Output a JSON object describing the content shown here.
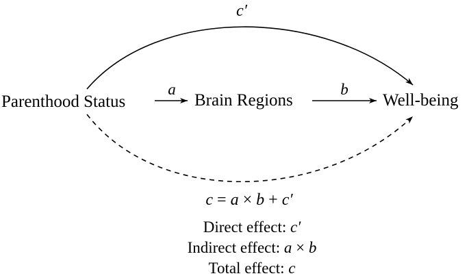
{
  "nodes": {
    "parenthood": "Parenthood Status",
    "brain": "Brain Regions",
    "wellbeing": "Well-being"
  },
  "paths": {
    "a": "a",
    "b": "b",
    "c_prime": "c′"
  },
  "equation": {
    "lhs": "c",
    "equals": " = ",
    "a": "a",
    "times": " × ",
    "b": "b",
    "plus": " + ",
    "c_prime": "c′"
  },
  "effects": {
    "direct_label": "Direct effect: ",
    "direct_symbol": "c′",
    "indirect_label": "Indirect effect: ",
    "indirect_a": "a",
    "indirect_times": " × ",
    "indirect_b": "b",
    "total_label": "Total effect: ",
    "total_symbol": "c"
  },
  "colors": {
    "ink": "#000000",
    "background": "#ffffff"
  }
}
